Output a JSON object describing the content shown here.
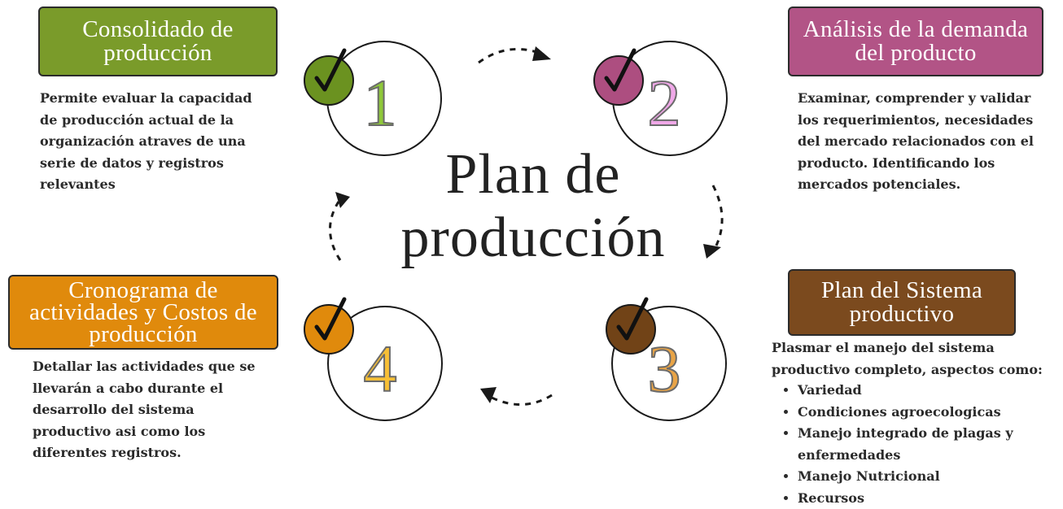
{
  "title": "Plan de producción",
  "steps": [
    {
      "number": "1",
      "heading": "Consolidado de producción",
      "text": " Permite evaluar la capacidad de producción actual de la organización atraves de una serie de datos y registros relevantes",
      "box_color": "#7a9b2a",
      "check_color": "#6b9220",
      "number_color": "#8fc83a"
    },
    {
      "number": "2",
      "heading": "Análisis de la demanda del producto",
      "text": "Examinar, comprender y validar los requerimientos, necesidades del mercado relacionados con el producto. Identificando los mercados potenciales.",
      "box_color": "#b25486",
      "check_color": "#ad4e80",
      "number_color": "#f0a8e8"
    },
    {
      "number": "3",
      "heading": "Plan del Sistema productivo",
      "text": "Plasmar el manejo del sistema productivo completo, aspectos como:",
      "bullets": [
        " Variedad",
        "Condiciones agroecologicas",
        "Manejo integrado de plagas y enfermedades",
        "Manejo Nutricional",
        "Recursos"
      ],
      "box_color": "#7b4a1e",
      "check_color": "#714317",
      "number_color": "#e9a446"
    },
    {
      "number": "4",
      "heading": "Cronograma de actividades y Costos de producción",
      "text": "Detallar  las actividades que se llevarán a cabo durante el desarrollo del sistema productivo asi como los diferentes registros.",
      "box_color": "#e08a0c",
      "check_color": "#e08a0c",
      "number_color": "#f7bf35"
    }
  ]
}
